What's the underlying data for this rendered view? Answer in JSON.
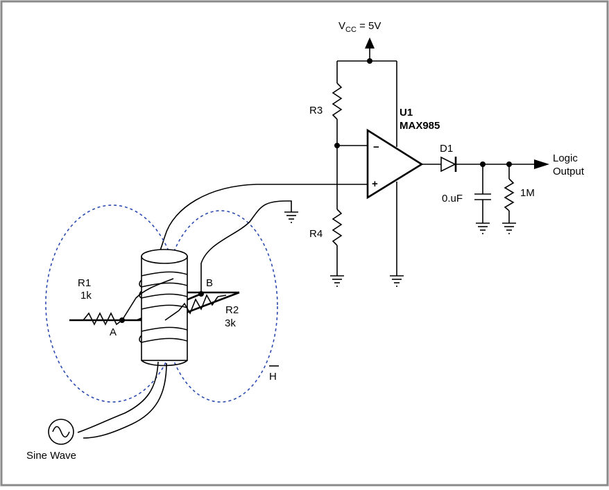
{
  "labels": {
    "vcc_main": "V",
    "vcc_sub": "CC",
    "vcc_value": " = 5V",
    "r3": "R3",
    "r4": "R4",
    "u1": "U1",
    "max985": "MAX985",
    "minus": "−",
    "plus": "+",
    "d1": "D1",
    "cap": "0.uF",
    "r_1m": "1M",
    "logic_output_line1": "Logic",
    "logic_output_line2": "Output",
    "r1": "R1",
    "r1_value": "1k",
    "r2": "R2",
    "r2_value": "3k",
    "node_a": "A",
    "node_b": "B",
    "field_h": "H",
    "sine_wave": "Sine Wave"
  },
  "colors": {
    "border": "#8a8a8a",
    "wire": "#000000",
    "field_lines": "#2b4bb0"
  }
}
